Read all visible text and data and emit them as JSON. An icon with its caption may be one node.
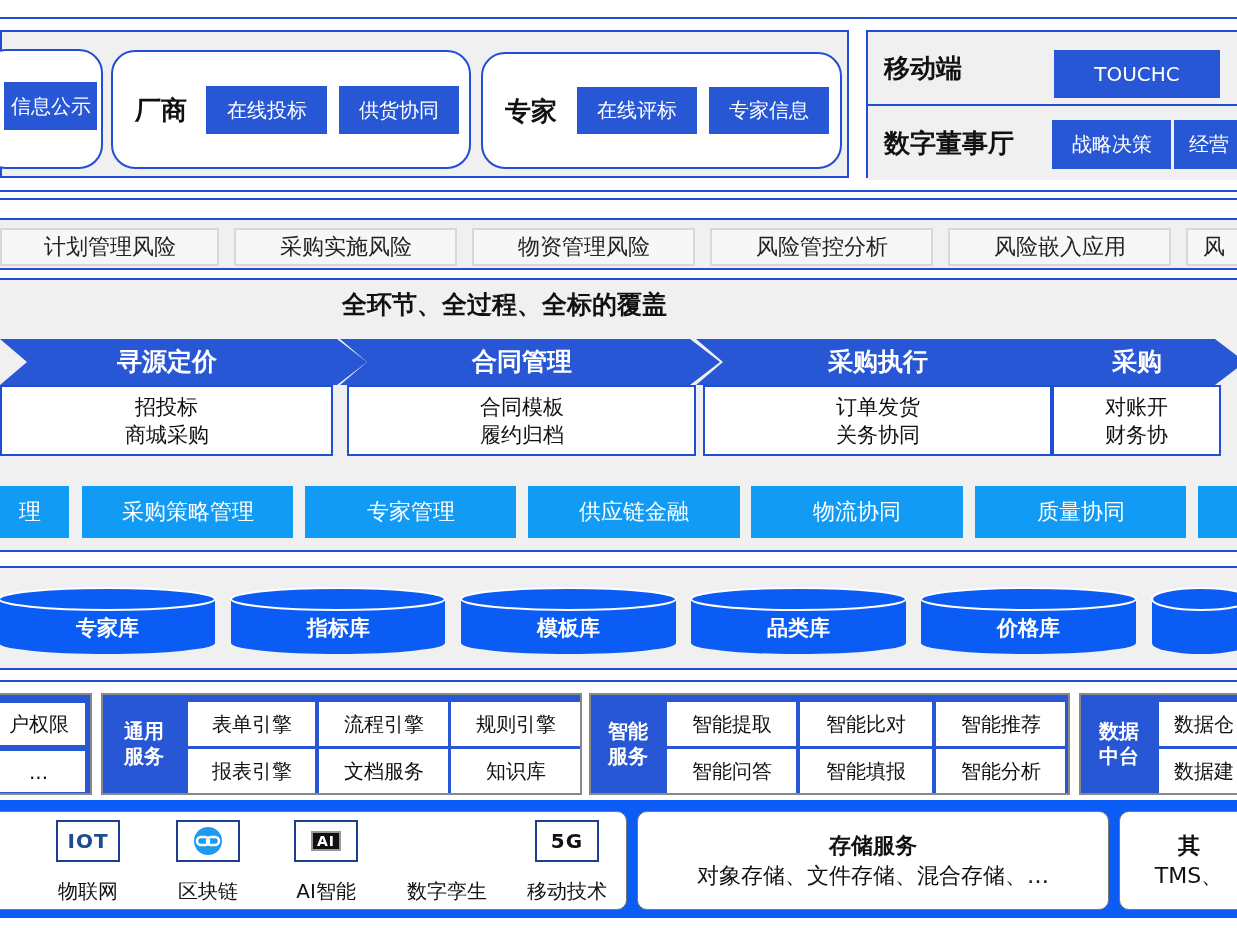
{
  "diagram": {
    "nodes": [
      {
        "text": [],
        "shape": "box"
      },
      {
        "text": [],
        "shape": "box",
        "in": 0
      },
      {
        "text": [
          "信息公示"
        ],
        "in": 1
      },
      {
        "text": [
          "厂商"
        ],
        "in": 0
      },
      {
        "text": [
          "在线投标"
        ],
        "in": 3
      },
      {
        "text": [
          "供货协同"
        ],
        "in": 3
      },
      {
        "text": [
          "专家"
        ],
        "in": 0
      },
      {
        "text": [
          "在线评标"
        ],
        "in": 6
      },
      {
        "text": [
          "专家信息"
        ],
        "in": 6
      },
      {
        "text": [],
        "shape": "box"
      },
      {
        "text": [
          "移动端"
        ],
        "in": 9
      },
      {
        "text": [
          "TOUCHC"
        ],
        "in": 10
      },
      {
        "text": [
          "数字董事厅"
        ],
        "in": 9
      },
      {
        "text": [
          "战略决策"
        ],
        "in": 12
      },
      {
        "text": [
          "经营"
        ],
        "in": 12
      },
      {
        "text": [],
        "shape": "box"
      },
      {
        "text": [
          "计划管理风险"
        ],
        "in": 15
      },
      {
        "text": [
          "采购实施风险"
        ],
        "in": 15
      },
      {
        "text": [
          "物资管理风险"
        ],
        "in": 15
      },
      {
        "text": [
          "风险管控分析"
        ],
        "in": 15
      },
      {
        "text": [
          "风险嵌入应用"
        ],
        "in": 15
      },
      {
        "text": [
          "风"
        ],
        "in": 15
      },
      {
        "text": [
          "全环节、全过程、全标的覆盖"
        ]
      },
      {
        "text": [
          "寻源定价",
          "招投标",
          "商城采购"
        ],
        "in": 22
      },
      {
        "text": [
          "合同管理",
          "合同模板",
          "履约归档"
        ],
        "in": 22
      },
      {
        "text": [
          "采购执行",
          "订单发货",
          "关务协同"
        ],
        "in": 22
      },
      {
        "text": [
          "采购",
          "对账开",
          "财务协"
        ],
        "in": 22
      },
      {
        "text": [
          "理"
        ],
        "in": 22
      },
      {
        "text": [
          "采购策略管理"
        ],
        "in": 22
      },
      {
        "text": [
          "专家管理"
        ],
        "in": 22
      },
      {
        "text": [
          "供应链金融"
        ],
        "in": 22
      },
      {
        "text": [
          "物流协同"
        ],
        "in": 22
      },
      {
        "text": [
          "质量协同"
        ],
        "in": 22
      },
      {
        "text": [],
        "shape": "box",
        "in": 22
      },
      {
        "text": [],
        "shape": "box"
      },
      {
        "text": [
          "专家库"
        ],
        "in": 34
      },
      {
        "text": [
          "指标库"
        ],
        "in": 34
      },
      {
        "text": [
          "模板库"
        ],
        "in": 34
      },
      {
        "text": [
          "品类库"
        ],
        "in": 34
      },
      {
        "text": [
          "价格库"
        ],
        "in": 34
      },
      {
        "text": [],
        "shape": "cylinder",
        "in": 34
      },
      {
        "text": [],
        "shape": "box"
      },
      {
        "text": [
          "户权限"
        ],
        "in": 41
      },
      {
        "text": [
          "..."
        ],
        "in": 41
      },
      {
        "text": [
          "通用服务"
        ]
      },
      {
        "text": [
          "表单引擎"
        ],
        "in": 44
      },
      {
        "text": [
          "流程引擎"
        ],
        "in": 44
      },
      {
        "text": [
          "规则引擎"
        ],
        "in": 44
      },
      {
        "text": [
          "报表引擎"
        ],
        "in": 44
      },
      {
        "text": [
          "文档服务"
        ],
        "in": 44
      },
      {
        "text": [
          "知识库"
        ],
        "in": 44
      },
      {
        "text": [
          "智能服务"
        ]
      },
      {
        "text": [
          "智能提取"
        ],
        "in": 51
      },
      {
        "text": [
          "智能比对"
        ],
        "in": 51
      },
      {
        "text": [
          "智能推荐"
        ],
        "in": 51
      },
      {
        "text": [
          "智能问答"
        ],
        "in": 51
      },
      {
        "text": [
          "智能填报"
        ],
        "in": 51
      },
      {
        "text": [
          "智能分析"
        ],
        "in": 51
      },
      {
        "text": [
          "数据中台"
        ]
      },
      {
        "text": [
          "数据仓"
        ],
        "in": 58
      },
      {
        "text": [
          "数据建"
        ],
        "in": 58
      },
      {
        "text": [],
        "shape": "box"
      },
      {
        "text": [],
        "shape": "box",
        "in": 61
      },
      {
        "text": [
          "存储服务",
          "对象存储、文件存储、混合存储、…"
        ],
        "in": 61
      },
      {
        "text": [
          "其",
          "TMS、"
        ],
        "in": 61
      }
    ],
    "labels": [
      "IOT",
      "AI",
      "5G",
      "物联网",
      "区块链",
      "AI智能",
      "数字孪生",
      "移动技术"
    ]
  }
}
